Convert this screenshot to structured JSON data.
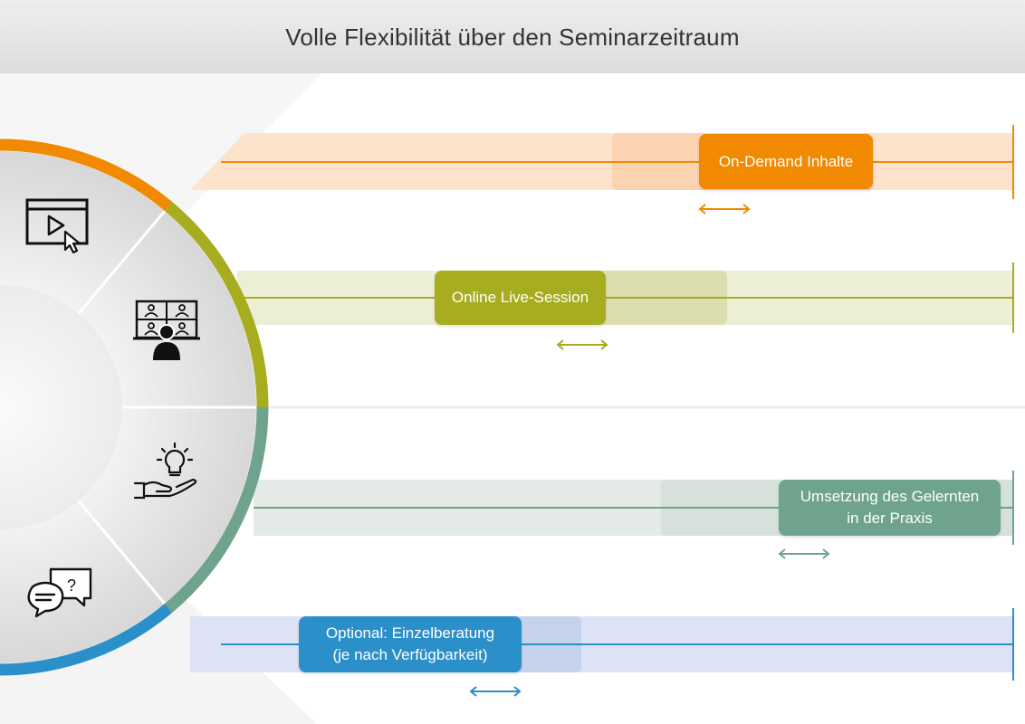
{
  "header": {
    "title": "Volle Flexibilität über den Seminarzeitraum"
  },
  "colors": {
    "orange": "#f18a00",
    "green": "#a7ad1f",
    "teal": "#6fa38d",
    "blue": "#2b8fca"
  },
  "rows": [
    {
      "id": "on-demand",
      "lines": [
        "On-Demand Inhalte",
        ""
      ],
      "icon": "video-play-icon",
      "color": "orange"
    },
    {
      "id": "live-session",
      "lines": [
        "Online Live-Session",
        ""
      ],
      "icon": "video-conference-icon",
      "color": "green"
    },
    {
      "id": "praxis",
      "lines": [
        "Umsetzung des Gelernten",
        "in der Praxis"
      ],
      "icon": "idea-hand-icon",
      "color": "teal"
    },
    {
      "id": "beratung",
      "lines": [
        "Optional: Einzelberatung",
        "(je nach Verfügbarkeit)"
      ],
      "icon": "chat-question-icon",
      "color": "blue"
    }
  ]
}
